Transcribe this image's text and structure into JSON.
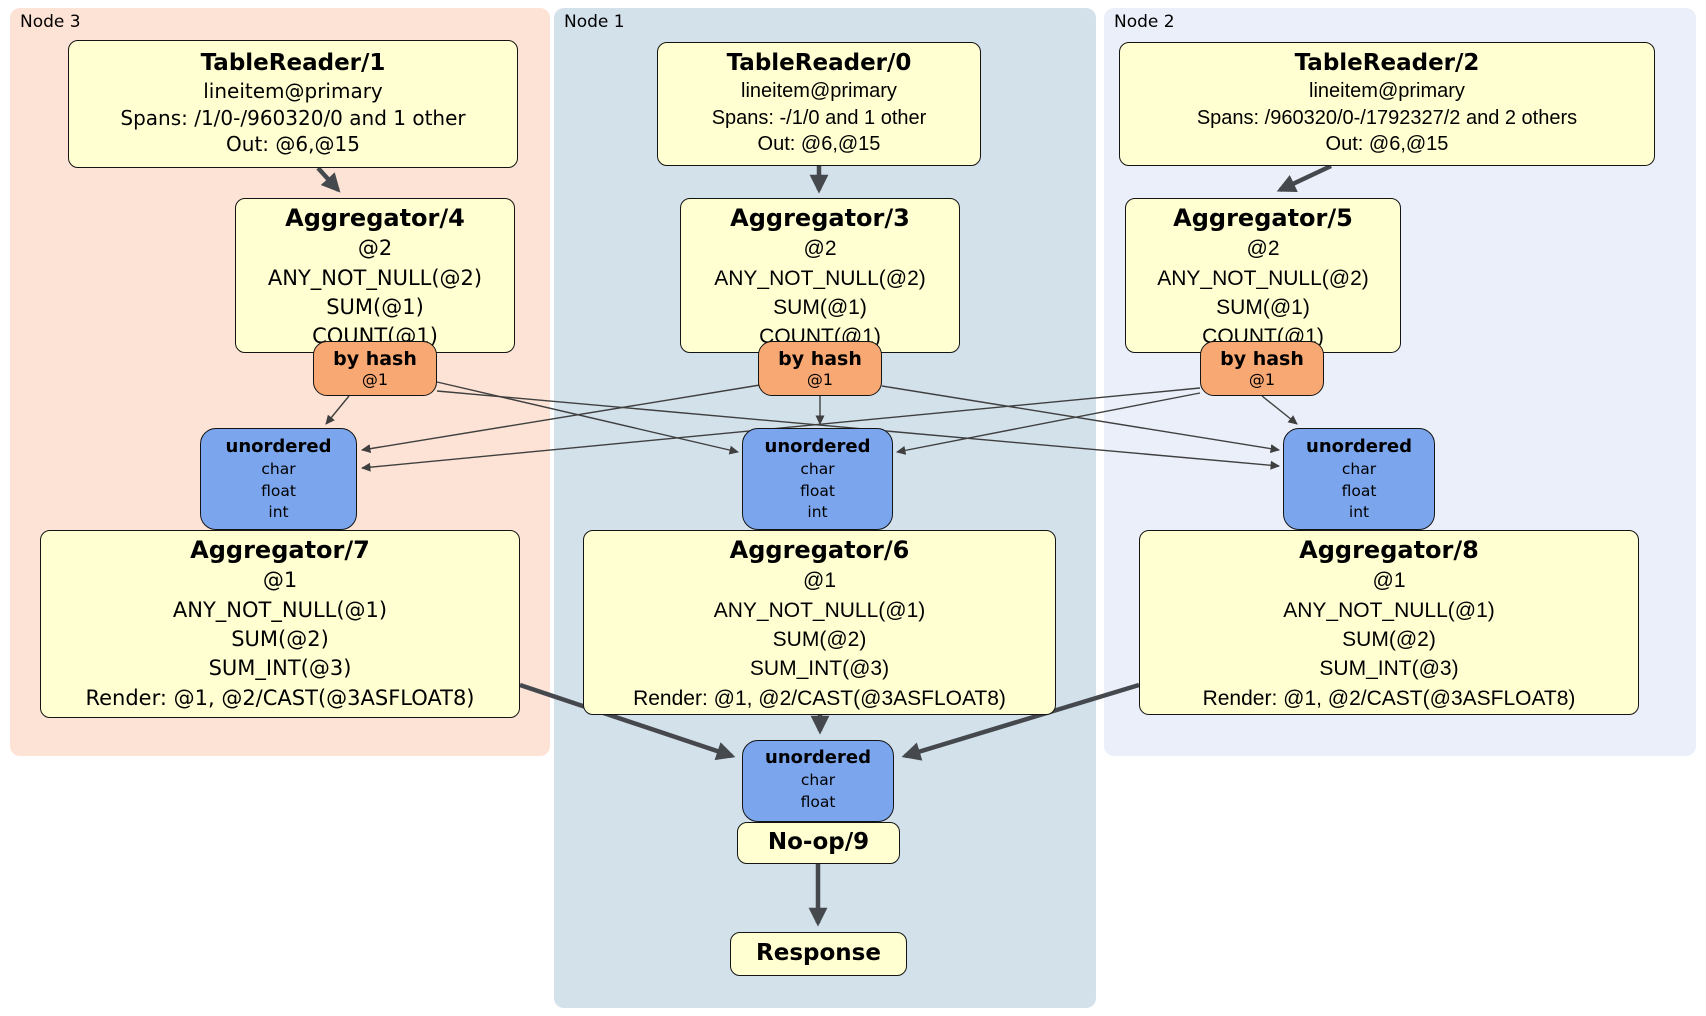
{
  "clusters": [
    {
      "label": "Node 3",
      "table_reader": {
        "title": "TableReader/1",
        "lines": [
          "lineitem@primary",
          "Spans: /1/0-/960320/0 and 1 other",
          "Out: @6,@15"
        ]
      },
      "aggregator": {
        "title": "Aggregator/4",
        "lines": [
          "@2",
          "ANY_NOT_NULL(@2)",
          "SUM(@1)",
          "COUNT(@1)"
        ]
      },
      "router": {
        "title": "by hash",
        "lines": [
          "@1"
        ]
      },
      "stream": {
        "title": "unordered",
        "lines": [
          "char",
          "float",
          "int"
        ]
      },
      "aggregator_final": {
        "title": "Aggregator/7",
        "lines": [
          "@1",
          "ANY_NOT_NULL(@1)",
          "SUM(@2)",
          "SUM_INT(@3)",
          "Render: @1, @2/CAST(@3ASFLOAT8)"
        ]
      }
    },
    {
      "label": "Node 1",
      "table_reader": {
        "title": "TableReader/0",
        "lines": [
          "lineitem@primary",
          "Spans: -/1/0 and 1 other",
          "Out: @6,@15"
        ]
      },
      "aggregator": {
        "title": "Aggregator/3",
        "lines": [
          "@2",
          "ANY_NOT_NULL(@2)",
          "SUM(@1)",
          "COUNT(@1)"
        ]
      },
      "router": {
        "title": "by hash",
        "lines": [
          "@1"
        ]
      },
      "stream": {
        "title": "unordered",
        "lines": [
          "char",
          "float",
          "int"
        ]
      },
      "aggregator_final": {
        "title": "Aggregator/6",
        "lines": [
          "@1",
          "ANY_NOT_NULL(@1)",
          "SUM(@2)",
          "SUM_INT(@3)",
          "Render: @1, @2/CAST(@3ASFLOAT8)"
        ]
      }
    },
    {
      "label": "Node 2",
      "table_reader": {
        "title": "TableReader/2",
        "lines": [
          "lineitem@primary",
          "Spans: /960320/0-/1792327/2 and 2 others",
          "Out: @6,@15"
        ]
      },
      "aggregator": {
        "title": "Aggregator/5",
        "lines": [
          "@2",
          "ANY_NOT_NULL(@2)",
          "SUM(@1)",
          "COUNT(@1)"
        ]
      },
      "router": {
        "title": "by hash",
        "lines": [
          "@1"
        ]
      },
      "stream": {
        "title": "unordered",
        "lines": [
          "char",
          "float",
          "int"
        ]
      },
      "aggregator_final": {
        "title": "Aggregator/8",
        "lines": [
          "@1",
          "ANY_NOT_NULL(@1)",
          "SUM(@2)",
          "SUM_INT(@3)",
          "Render: @1, @2/CAST(@3ASFLOAT8)"
        ]
      }
    }
  ],
  "sink": {
    "stream": {
      "title": "unordered",
      "lines": [
        "char",
        "float"
      ]
    },
    "noop": {
      "title": "No-op/9"
    },
    "response": {
      "title": "Response"
    }
  },
  "colors": {
    "node3_panel": "#fce3d5",
    "node1_panel": "#d3e1eb",
    "node2_panel": "#eaeffa",
    "operator_fill": "#ffffd2",
    "hash_router_fill": "#f8a873",
    "stream_fill": "#7ba6ee",
    "box_border": "#141414",
    "edge": "#45494d"
  }
}
